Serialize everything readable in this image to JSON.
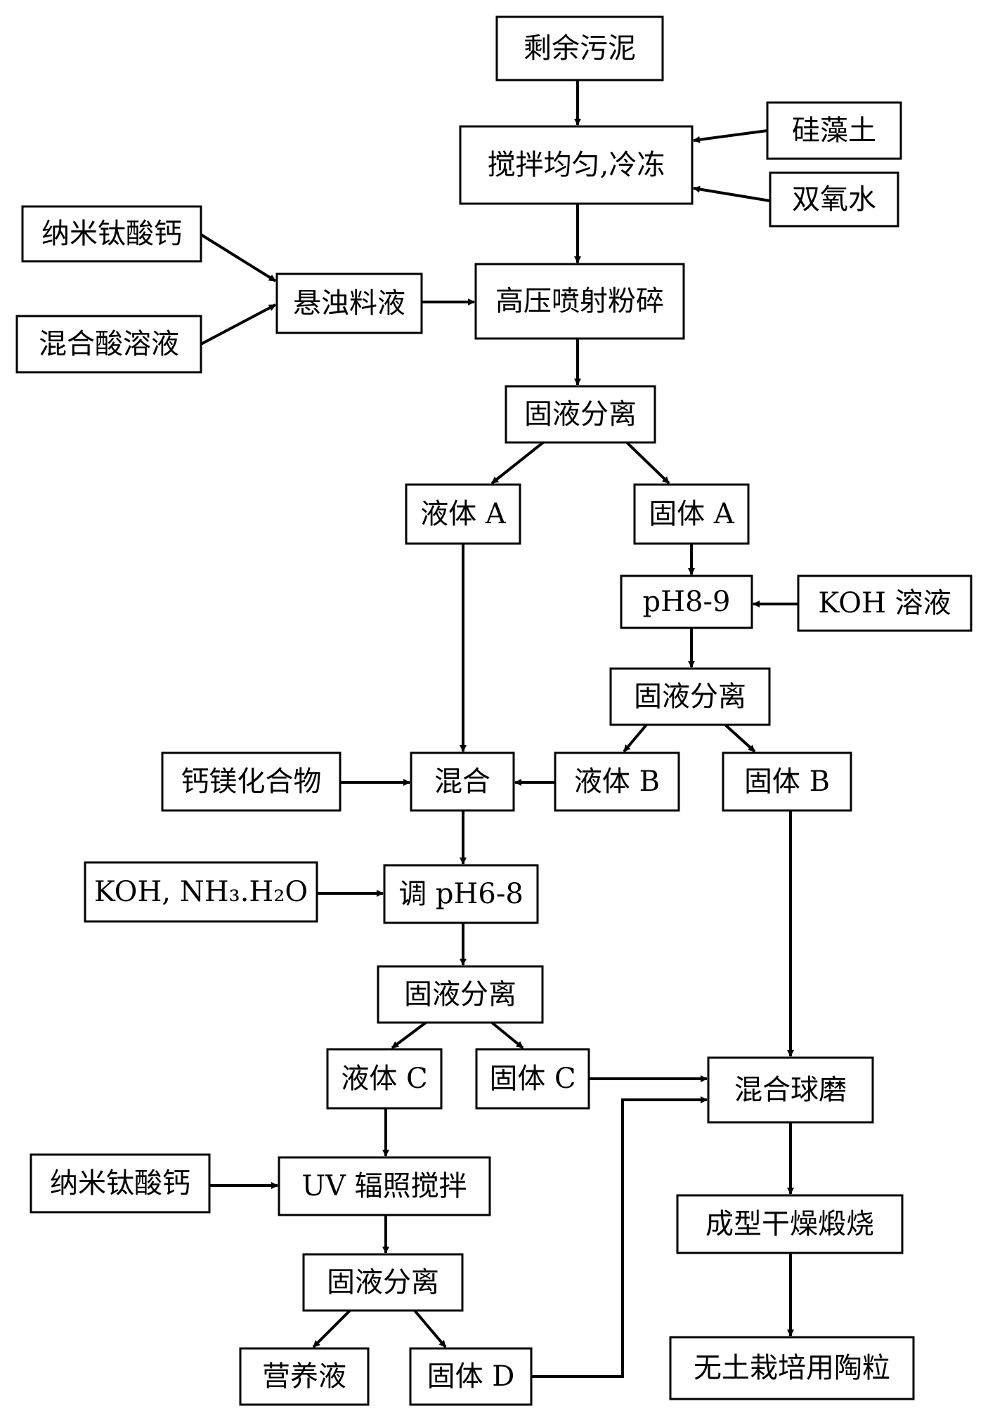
{
  "nodes": {
    "n_sludge": "剩余污泥",
    "n_stir_freeze": "搅拌均匀,冷冻",
    "n_diatomite": "硅藻土",
    "n_h2o2": "双氧水",
    "n_nano_ca_1": "纳米钛酸钙",
    "n_mixed_acid": "混合酸溶液",
    "n_suspension": "悬浊料液",
    "n_jet_mill": "高压喷射粉碎",
    "n_sep_1": "固液分离",
    "n_liquid_a": "液体 A",
    "n_solid_a": "固体 A",
    "n_ph89": "pH8-9",
    "n_koh_sol": "KOH 溶液",
    "n_sep_2": "固液分离",
    "n_ca_mg": "钙镁化合物",
    "n_mix": "混合",
    "n_liquid_b": "液体 B",
    "n_solid_b": "固体 B",
    "n_koh_nh3": "KOH, NH₃.H₂O",
    "n_adjust_ph": "调 pH6-8",
    "n_sep_3": "固液分离",
    "n_liquid_c": "液体 C",
    "n_solid_c": "固体 C",
    "n_ball_mill": "混合球磨",
    "n_nano_ca_2": "纳米钛酸钙",
    "n_uv": "UV 辐照搅拌",
    "n_forming": "成型干燥煅烧",
    "n_sep_4": "固液分离",
    "n_nutrient": "营养液",
    "n_solid_d": "固体 D",
    "n_ceramsite": "无土栽培用陶粒"
  }
}
